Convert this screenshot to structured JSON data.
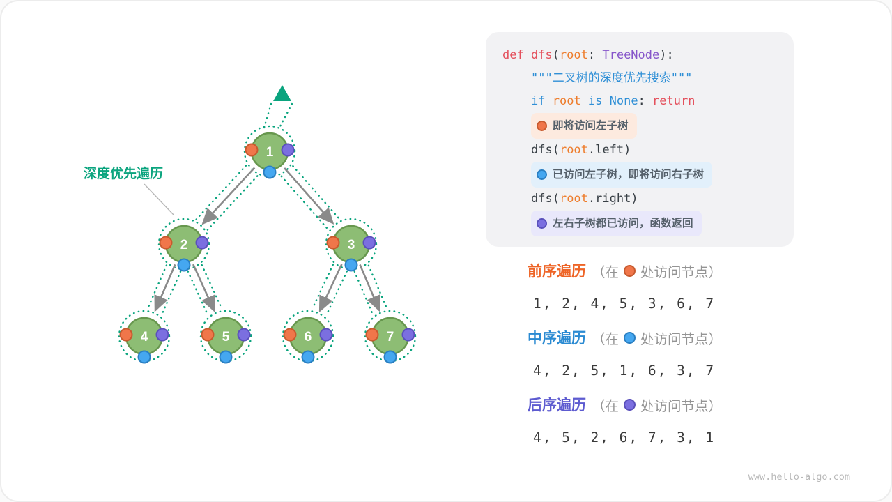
{
  "page": {
    "watermark": "www.hello-algo.com"
  },
  "colors": {
    "teal": "#0aa47e",
    "node_green": "#8dbd74",
    "preorder_orange": "#f0764a",
    "inorder_blue": "#45a7f0",
    "postorder_purple": "#7b6fe0"
  },
  "tree": {
    "label": "深度优先遍历",
    "nodes": [
      "1",
      "2",
      "3",
      "4",
      "5",
      "6",
      "7"
    ]
  },
  "code": {
    "line1": {
      "kw": "def",
      "fn": " dfs",
      "p1": "(",
      "arg": "root",
      "c1": ":",
      "type": " TreeNode",
      "p2": "):"
    },
    "line2": "\"\"\"二叉树的深度优先搜索\"\"\"",
    "line3": {
      "kw1": "if",
      "arg": " root ",
      "kw2": "is None",
      "c": ": ",
      "ret": "return"
    },
    "ann1": "即将访问左子树",
    "line5": {
      "fn": "dfs(",
      "arg": "root",
      "rest": ".left)"
    },
    "ann2": "已访问左子树，即将访问右子树",
    "line7": {
      "fn": "dfs(",
      "arg": "root",
      "rest": ".right)"
    },
    "ann3": "左右子树都已访问，函数返回"
  },
  "traversals": [
    {
      "name": "前序遍历",
      "paren_open": "（在",
      "paren_close": "处访问节点）",
      "sequence": "1, 2, 4, 5, 3, 6, 7"
    },
    {
      "name": "中序遍历",
      "paren_open": "（在",
      "paren_close": "处访问节点）",
      "sequence": "4, 2, 5, 1, 6, 3, 7"
    },
    {
      "name": "后序遍历",
      "paren_open": "（在",
      "paren_close": "处访问节点）",
      "sequence": "4, 5, 2, 6, 7, 3, 1"
    }
  ]
}
